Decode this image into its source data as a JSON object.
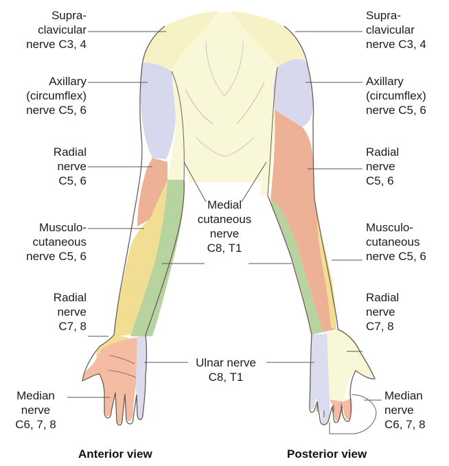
{
  "colors": {
    "supraclavicular": "#f7f2c6",
    "axillary": "#d7d7ee",
    "radial": "#edb296",
    "musculocutaneous": "#f2de93",
    "medial_cutaneous": "#f8f7d7",
    "ulnar_anterior": "#b7d3a0",
    "ulnar_hand": "#dcdcef",
    "median": "#f3bca3",
    "outline": "#6b5a55"
  },
  "anterior": {
    "supraclavicular": [
      "Supra-",
      "clavicular",
      "nerve C3, 4"
    ],
    "axillary": [
      "Axillary",
      "(circumflex)",
      "nerve C5, 6"
    ],
    "radial_upper": [
      "Radial",
      "nerve",
      "C5, 6"
    ],
    "musculocutaneous": [
      "Musculo-",
      "cutaneous",
      "nerve C5, 6"
    ],
    "radial_lower": [
      "Radial",
      "nerve",
      "C7, 8"
    ],
    "median": [
      "Median",
      "nerve",
      "C6, 7, 8"
    ]
  },
  "center": {
    "medial_cutaneous": [
      "Medial",
      "cutaneous",
      "nerve",
      "C8, T1"
    ],
    "ulnar": [
      "Ulnar nerve",
      "C8, T1"
    ]
  },
  "posterior": {
    "supraclavicular": [
      "Supra-",
      "clavicular",
      "nerve C3, 4"
    ],
    "axillary": [
      "Axillary",
      "(circumflex)",
      "nerve C5, 6"
    ],
    "radial_upper": [
      "Radial",
      "nerve",
      "C5, 6"
    ],
    "musculocutaneous": [
      "Musculo-",
      "cutaneous",
      "nerve C5, 6"
    ],
    "radial_lower": [
      "Radial",
      "nerve",
      "C7, 8"
    ],
    "median": [
      "Median",
      "nerve",
      "C6, 7, 8"
    ]
  },
  "captions": {
    "anterior": "Anterior view",
    "posterior": "Posterior view"
  }
}
